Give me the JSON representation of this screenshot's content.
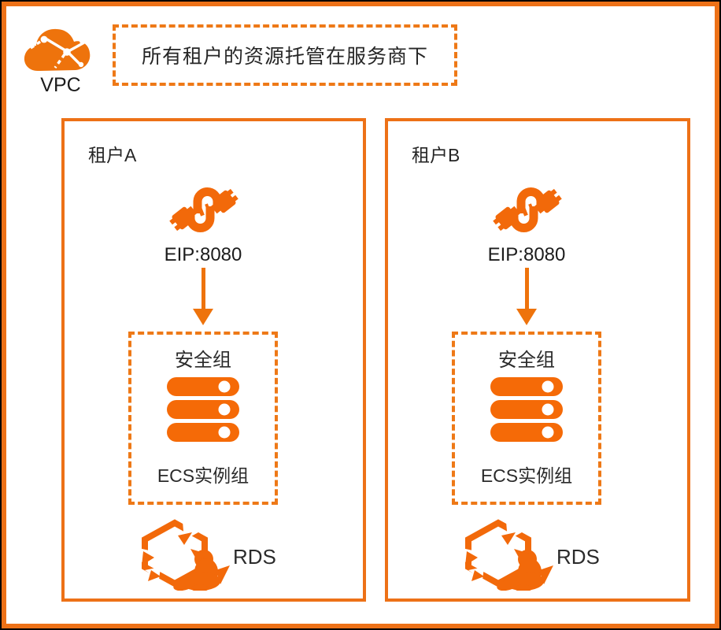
{
  "diagram_title": "VPC multi-tenant hosting diagram",
  "colors": {
    "accent_orange": "#EE730C",
    "solid_border_orange": "#ED7117",
    "dashed_border_orange": "#EE7917",
    "text_dark": "#262626",
    "background": "#FFFFFF",
    "outer_edge": "#000000"
  },
  "vpc": {
    "label": "VPC",
    "icon": "cloud-network-icon"
  },
  "banner": {
    "text": "所有租户的资源托管在服务商下"
  },
  "tenants": [
    {
      "label": "租户A",
      "eip_label": "EIP:8080",
      "eip_icon": "cable-connector-icon",
      "security_group_label": "安全组",
      "ecs_label": "ECS实例组",
      "ecs_icon": "server-stack-icon",
      "rds_label": "RDS",
      "rds_icon": "rds-sea-lion-hexagon-icon"
    },
    {
      "label": "租户B",
      "eip_label": "EIP:8080",
      "eip_icon": "cable-connector-icon",
      "security_group_label": "安全组",
      "ecs_label": "ECS实例组",
      "ecs_icon": "server-stack-icon",
      "rds_label": "RDS",
      "rds_icon": "rds-sea-lion-hexagon-icon"
    }
  ]
}
